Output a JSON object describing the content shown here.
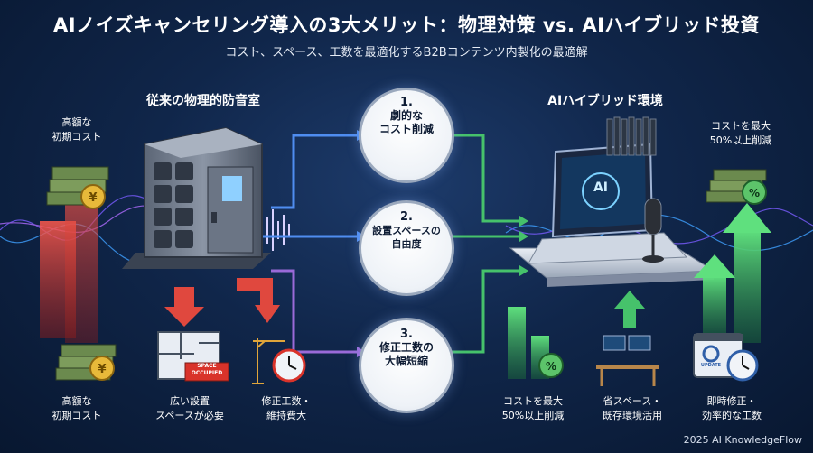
{
  "header": {
    "title": "AIノイズキャンセリング導入の3大メリット：物理対策 vs. AIハイブリッド投資",
    "subtitle": "コスト、スペース、工数を最適化するB2Bコンテンツ内製化の最適解"
  },
  "left": {
    "heading": "従来の物理的防音室",
    "top_note": "高額な\n初期コスト",
    "stamp": "SPACE\nOCCUPIED",
    "labels": [
      "高額な\n初期コスト",
      "広い設置\nスペースが必要",
      "修正工数・\n維持費大"
    ]
  },
  "middle": {
    "benefits": [
      {
        "num": "1.",
        "text": "劇的な\nコスト削減"
      },
      {
        "num": "2.",
        "text": "設置スペースの\n自由度"
      },
      {
        "num": "3.",
        "text": "修正工数の\n大幅短縮"
      }
    ]
  },
  "right": {
    "heading": "AIハイブリッド環境",
    "top_note": "コストを最大\n50%以上削減",
    "screen_text": "AI",
    "update_text": "UPDATE",
    "labels": [
      "コストを最大\n50%以上削減",
      "省スペース・\n既存環境活用",
      "即時修正・\n効率的な工数"
    ]
  },
  "footer": {
    "credit": "2025 AI KnowledgeFlow"
  },
  "colors": {
    "accent_blue": "#4f8df0",
    "accent_green": "#46c26b",
    "accent_red": "#e0483e",
    "accent_purple": "#9a6ad8"
  }
}
